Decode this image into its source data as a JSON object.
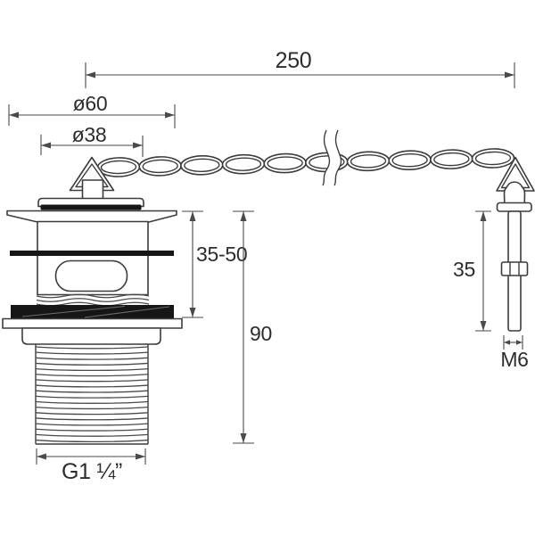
{
  "drawing": {
    "labels": {
      "chain_length": "250",
      "flange_diameter": "ø60",
      "plug_diameter": "ø38",
      "body_height_range": "35-50",
      "overall_height": "90",
      "stay_length": "35",
      "stay_thread": "M6",
      "tail_thread": "G1 ¼”"
    },
    "colors": {
      "line": "#3c3c3c",
      "dim_line": "#4a4a4a",
      "seal_black": "#161616",
      "text": "#2d2d2d",
      "background": "#ffffff"
    }
  }
}
